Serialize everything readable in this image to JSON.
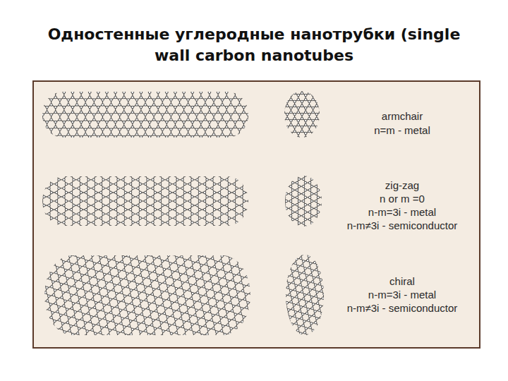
{
  "diagram": {
    "title": "Одностенные углеродные нанотрубки (single wall carbon nanotubes",
    "labels": [
      "armchair",
      "n=m - metal",
      "zig-zag",
      "n or m =0",
      "n-m=3i - metal",
      "n-m≠3i - semiconductor",
      "chiral",
      "n-m=3i - metal",
      "n-m≠3i - semiconductor"
    ]
  }
}
